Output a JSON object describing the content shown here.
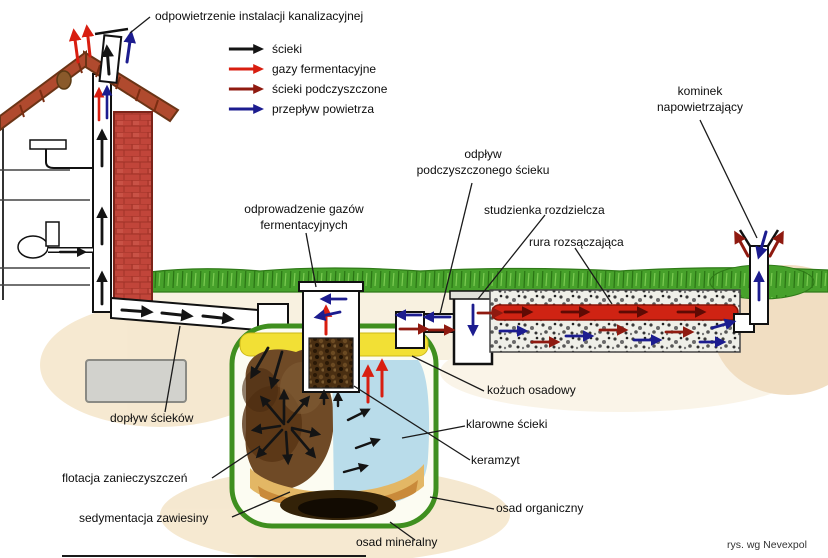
{
  "labels": {
    "vent": "odpowietrzenie instalacji kanalizacyjnej",
    "gas_discharge": {
      "line1": "odprowadzenie gazów",
      "line2": "fermentacyjnych"
    },
    "outflow": {
      "line1": "odpływ",
      "line2": "podczyszczonego ścieku"
    },
    "distribution_well": "studzienka rozdzielcza",
    "drain_pipe": "rura rozsączająca",
    "chimney": {
      "line1": "kominek",
      "line2": "napowietrzający"
    },
    "inflow": "dopływ ścieków",
    "scum": "kożuch osadowy",
    "clear_sewage": "klarowne ścieki",
    "keramzyt": "keramzyt",
    "flotation": "flotacja zanieczyszczeń",
    "sedimentation": "sedymentacja zawiesiny",
    "organic_sediment": "osad organiczny",
    "mineral_sediment": "osad mineralny",
    "credit": "rys. wg Nevexpol"
  },
  "legend": {
    "items": [
      {
        "name": "sewage",
        "label": "ścieki",
        "color": "#141414"
      },
      {
        "name": "fermentation-gases",
        "label": "gazy fermentacyjne",
        "color": "#d81e10"
      },
      {
        "name": "pretreated-sewage",
        "label": "ścieki podczyszczone",
        "color": "#8f1a10"
      },
      {
        "name": "air-flow",
        "label": "przepływ powietrza",
        "color": "#1c1c8f"
      }
    ]
  }
}
